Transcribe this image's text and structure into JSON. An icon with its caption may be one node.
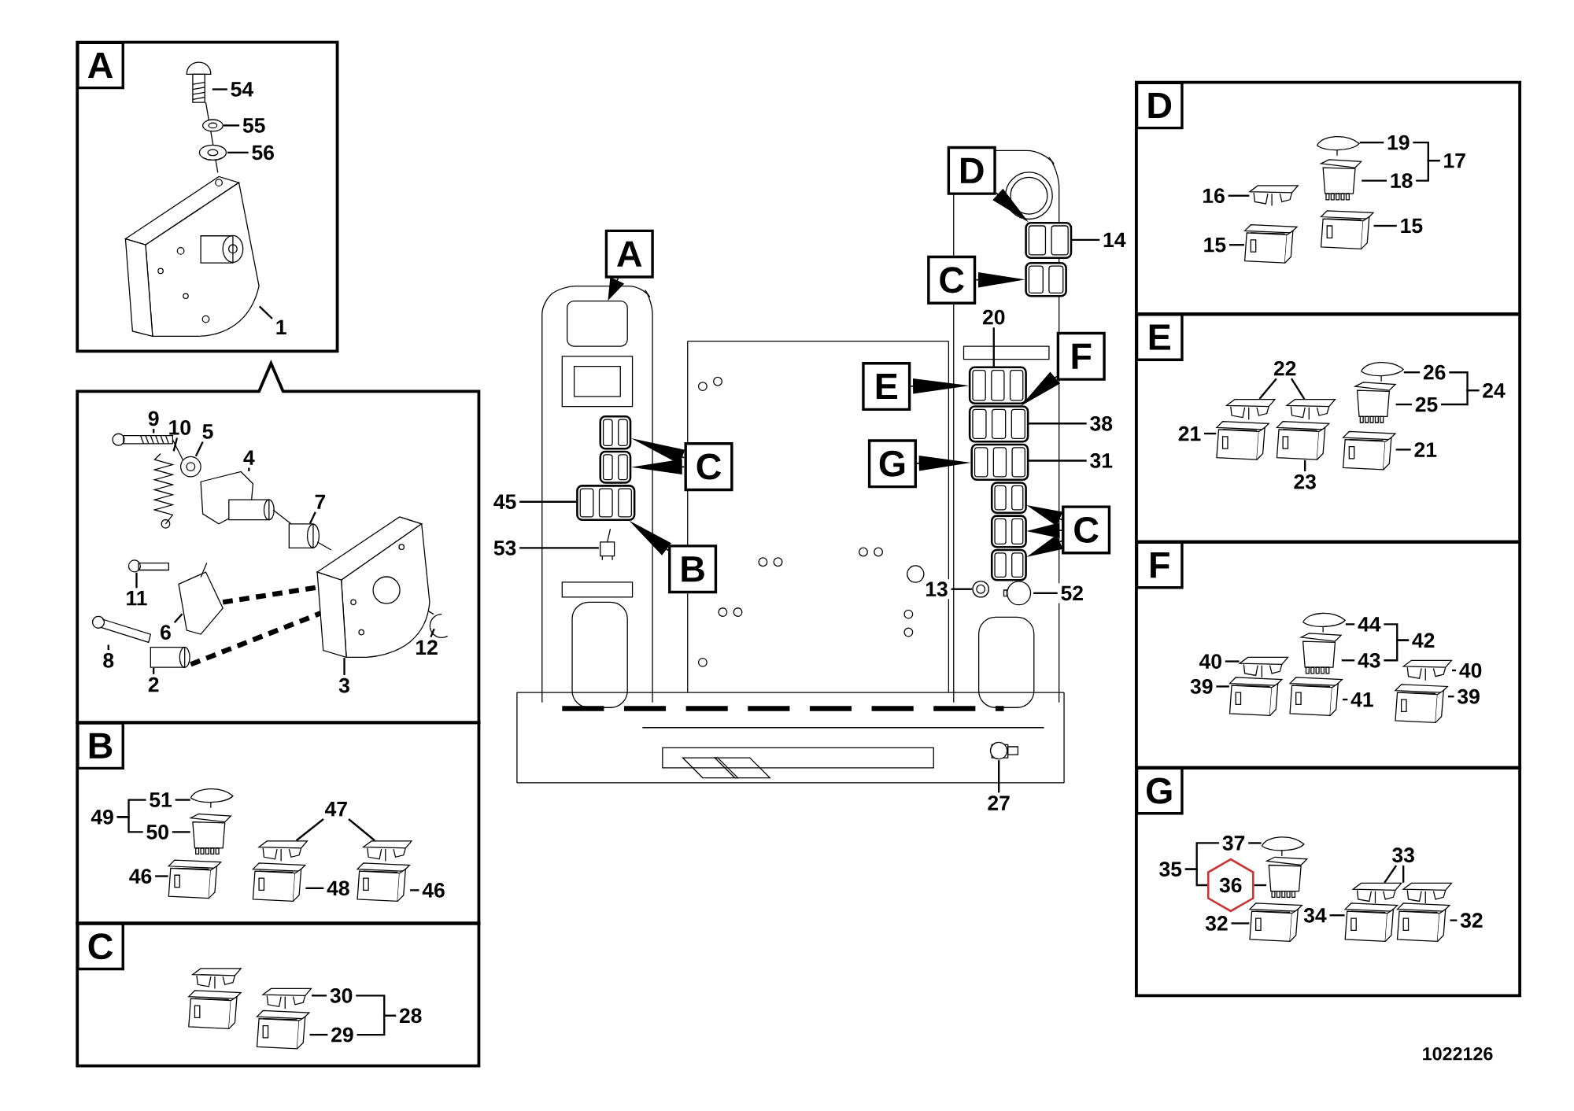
{
  "diagram": {
    "nodes": [
      {
        "text": [],
        "shape": "box"
      },
      {
        "text": [],
        "shape": "box"
      },
      {
        "text": [],
        "shape": "box"
      },
      {
        "text": [],
        "shape": "box"
      },
      {
        "text": [],
        "shape": "box"
      },
      {
        "text": [],
        "shape": "box"
      },
      {
        "text": [],
        "shape": "box"
      },
      {
        "text": [],
        "shape": "box"
      },
      {
        "text": [
          "A"
        ]
      },
      {
        "text": [
          "C"
        ]
      },
      {
        "text": [
          "B"
        ]
      },
      {
        "text": [
          "D"
        ]
      },
      {
        "text": [
          "C"
        ]
      },
      {
        "text": [
          "E"
        ]
      },
      {
        "text": [
          "F"
        ]
      },
      {
        "text": [
          "G"
        ]
      },
      {
        "text": [
          "C"
        ]
      },
      {
        "text": [
          "14"
        ]
      },
      {
        "text": [
          "20"
        ]
      },
      {
        "text": [
          "38"
        ]
      },
      {
        "text": [
          "31"
        ]
      },
      {
        "text": [
          "45"
        ]
      },
      {
        "text": [
          "53"
        ]
      },
      {
        "text": [
          "13"
        ]
      },
      {
        "text": [
          "52"
        ]
      },
      {
        "text": [
          "27"
        ]
      },
      {
        "text": [
          "54"
        ],
        "in": 0
      },
      {
        "text": [
          "55"
        ],
        "in": 0
      },
      {
        "text": [
          "56"
        ],
        "in": 0
      },
      {
        "text": [
          "1"
        ],
        "in": 0
      },
      {
        "text": [
          "9"
        ],
        "in": 1
      },
      {
        "text": [
          "10"
        ],
        "in": 1
      },
      {
        "text": [
          "5"
        ],
        "in": 1
      },
      {
        "text": [
          "4"
        ],
        "in": 1
      },
      {
        "text": [
          "7"
        ],
        "in": 1
      },
      {
        "text": [
          "11"
        ],
        "in": 1
      },
      {
        "text": [
          "6"
        ],
        "in": 1
      },
      {
        "text": [
          "8"
        ],
        "in": 1
      },
      {
        "text": [
          "2"
        ],
        "in": 1
      },
      {
        "text": [
          "3"
        ],
        "in": 1
      },
      {
        "text": [
          "12"
        ],
        "in": 1
      },
      {
        "text": [
          "51"
        ],
        "in": 2
      },
      {
        "text": [
          "49"
        ],
        "in": 2
      },
      {
        "text": [
          "50"
        ],
        "in": 2
      },
      {
        "text": [
          "46"
        ],
        "in": 2
      },
      {
        "text": [
          "47"
        ],
        "in": 2
      },
      {
        "text": [
          "48"
        ],
        "in": 2
      },
      {
        "text": [
          "46"
        ],
        "in": 2
      },
      {
        "text": [
          "30"
        ],
        "in": 3
      },
      {
        "text": [
          "28"
        ],
        "in": 3
      },
      {
        "text": [
          "29"
        ],
        "in": 3
      },
      {
        "text": [
          "19"
        ],
        "in": 4
      },
      {
        "text": [
          "17"
        ],
        "in": 4
      },
      {
        "text": [
          "18"
        ],
        "in": 4
      },
      {
        "text": [
          "16"
        ],
        "in": 4
      },
      {
        "text": [
          "15"
        ],
        "in": 4
      },
      {
        "text": [
          "15"
        ],
        "in": 4
      },
      {
        "text": [
          "22"
        ],
        "in": 5
      },
      {
        "text": [
          "26"
        ],
        "in": 5
      },
      {
        "text": [
          "24"
        ],
        "in": 5
      },
      {
        "text": [
          "25"
        ],
        "in": 5
      },
      {
        "text": [
          "21"
        ],
        "in": 5
      },
      {
        "text": [
          "21"
        ],
        "in": 5
      },
      {
        "text": [
          "23"
        ],
        "in": 5
      },
      {
        "text": [
          "44"
        ],
        "in": 6
      },
      {
        "text": [
          "42"
        ],
        "in": 6
      },
      {
        "text": [
          "43"
        ],
        "in": 6
      },
      {
        "text": [
          "40"
        ],
        "in": 6
      },
      {
        "text": [
          "40"
        ],
        "in": 6
      },
      {
        "text": [
          "39"
        ],
        "in": 6
      },
      {
        "text": [
          "41"
        ],
        "in": 6
      },
      {
        "text": [
          "39"
        ],
        "in": 6
      },
      {
        "text": [
          "37"
        ],
        "in": 7
      },
      {
        "text": [
          "35"
        ],
        "in": 7
      },
      {
        "text": [
          "36"
        ],
        "in": 7
      },
      {
        "text": [
          "33"
        ],
        "in": 7
      },
      {
        "text": [
          "32"
        ],
        "in": 7
      },
      {
        "text": [
          "34"
        ],
        "in": 7
      },
      {
        "text": [
          "32"
        ],
        "in": 7
      },
      {
        "text": [
          "A"
        ],
        "in": 0
      },
      {
        "text": [
          "B"
        ],
        "in": 2
      },
      {
        "text": [
          "C"
        ],
        "in": 3
      },
      {
        "text": [
          "D"
        ],
        "in": 4
      },
      {
        "text": [
          "E"
        ],
        "in": 5
      },
      {
        "text": [
          "F"
        ],
        "in": 6
      },
      {
        "text": [
          "G"
        ],
        "in": 7
      },
      {
        "text": [],
        "shape": "box"
      },
      {
        "text": [],
        "shape": "picture"
      },
      {
        "text": [],
        "shape": "picture"
      },
      {
        "text": [],
        "shape": "picture"
      },
      {
        "text": [],
        "shape": "picture"
      },
      {
        "text": [],
        "shape": "picture"
      },
      {
        "text": [],
        "shape": "picture"
      },
      {
        "text": [],
        "shape": "picture"
      },
      {
        "text": [],
        "shape": "picture"
      },
      {
        "text": [],
        "shape": "picture"
      },
      {
        "text": [],
        "shape": "picture"
      },
      {
        "text": [],
        "shape": "picture"
      },
      {
        "text": [],
        "shape": "picture"
      },
      {
        "text": [],
        "shape": "picture"
      },
      {
        "text": [],
        "shape": "circle"
      },
      {
        "text": [],
        "shape": "picture"
      },
      {
        "text": [],
        "shape": "picture",
        "in": 0
      },
      {
        "text": [],
        "shape": "picture",
        "in": 0
      },
      {
        "text": [],
        "shape": "picture",
        "in": 0
      },
      {
        "text": [],
        "shape": "picture",
        "in": 0
      },
      {
        "text": [],
        "shape": "picture",
        "in": 1
      },
      {
        "text": [],
        "shape": "picture",
        "in": 1
      },
      {
        "text": [],
        "shape": "picture",
        "in": 1
      },
      {
        "text": [],
        "shape": "picture",
        "in": 1
      },
      {
        "text": [],
        "shape": "cylinder",
        "in": 1
      },
      {
        "text": [],
        "shape": "picture",
        "in": 1
      },
      {
        "text": [],
        "shape": "picture",
        "in": 1
      },
      {
        "text": [],
        "shape": "picture",
        "in": 1
      },
      {
        "text": [],
        "shape": "cylinder",
        "in": 1
      },
      {
        "text": [],
        "shape": "picture",
        "in": 1
      },
      {
        "text": [],
        "shape": "picture",
        "in": 1
      },
      {
        "text": [],
        "shape": "picture",
        "in": 2
      },
      {
        "text": [],
        "shape": "box",
        "in": 2
      },
      {
        "text": [],
        "shape": "picture",
        "in": 2
      },
      {
        "text": [],
        "shape": "picture",
        "in": 2
      },
      {
        "text": [],
        "shape": "picture",
        "in": 2
      },
      {
        "text": [],
        "shape": "picture",
        "in": 2
      },
      {
        "text": [],
        "shape": "picture",
        "in": 2
      },
      {
        "text": [],
        "shape": "picture",
        "in": 3
      },
      {
        "text": [],
        "shape": "picture",
        "in": 3
      },
      {
        "text": [],
        "shape": "picture",
        "in": 4
      },
      {
        "text": [],
        "shape": "box",
        "in": 4
      },
      {
        "text": [],
        "shape": "picture",
        "in": 4
      },
      {
        "text": [],
        "shape": "picture",
        "in": 4
      },
      {
        "text": [],
        "shape": "picture",
        "in": 4
      },
      {
        "text": [],
        "shape": "picture",
        "in": 5
      },
      {
        "text": [],
        "shape": "picture",
        "in": 5
      },
      {
        "text": [],
        "shape": "picture",
        "in": 5
      },
      {
        "text": [],
        "shape": "box",
        "in": 5
      },
      {
        "text": [],
        "shape": "picture",
        "in": 5
      },
      {
        "text": [],
        "shape": "picture",
        "in": 5
      },
      {
        "text": [],
        "shape": "picture",
        "in": 5
      },
      {
        "text": [],
        "shape": "picture",
        "in": 6
      },
      {
        "text": [],
        "shape": "box",
        "in": 6
      },
      {
        "text": [],
        "shape": "picture",
        "in": 6
      },
      {
        "text": [],
        "shape": "picture",
        "in": 6
      },
      {
        "text": [],
        "shape": "picture",
        "in": 6
      },
      {
        "text": [],
        "shape": "picture",
        "in": 6
      },
      {
        "text": [],
        "shape": "picture",
        "in": 6
      },
      {
        "text": [],
        "shape": "picture",
        "in": 7
      },
      {
        "text": [],
        "shape": "box",
        "in": 7
      },
      {
        "text": [],
        "shape": "picture",
        "in": 7
      },
      {
        "text": [],
        "shape": "picture",
        "in": 7
      },
      {
        "text": [],
        "shape": "picture",
        "in": 7
      },
      {
        "text": [],
        "shape": "picture",
        "in": 7
      },
      {
        "text": [],
        "shape": "picture",
        "in": 7
      }
    ],
    "edges": [
      {
        "from": 8,
        "to": 86,
        "arrow": "to"
      },
      {
        "from": 9,
        "to": 87,
        "arrow": "to"
      },
      {
        "from": 9,
        "to": 88,
        "arrow": "to"
      },
      {
        "from": 10,
        "to": 89,
        "arrow": "to"
      },
      {
        "from": 11,
        "to": 90,
        "arrow": "to"
      },
      {
        "from": 12,
        "to": 91,
        "arrow": "to"
      },
      {
        "from": 13,
        "to": 92,
        "arrow": "to"
      },
      {
        "from": 14,
        "to": 93,
        "arrow": "to"
      },
      {
        "from": 15,
        "to": 94,
        "arrow": "to"
      },
      {
        "from": 16,
        "to": 95,
        "arrow": "to"
      },
      {
        "from": 16,
        "to": 96,
        "arrow": "to"
      },
      {
        "from": 16,
        "to": 97,
        "arrow": "to"
      },
      {
        "from": 17,
        "to": 90,
        "arrow": "none"
      },
      {
        "from": 18,
        "to": 92,
        "arrow": "none"
      },
      {
        "from": 19,
        "to": 93,
        "arrow": "none"
      },
      {
        "from": 20,
        "to": 94,
        "arrow": "none"
      },
      {
        "from": 21,
        "to": 89,
        "arrow": "none"
      },
      {
        "from": 22,
        "to": 98,
        "arrow": "none"
      },
      {
        "from": 23,
        "to": 99,
        "arrow": "none"
      },
      {
        "from": 24,
        "to": 100,
        "arrow": "none"
      },
      {
        "from": 25,
        "to": 101,
        "arrow": "none"
      },
      {
        "from": 26,
        "to": 102,
        "arrow": "none"
      },
      {
        "from": 27,
        "to": 103,
        "arrow": "none"
      },
      {
        "from": 28,
        "to": 104,
        "arrow": "none"
      },
      {
        "from": 29,
        "to": 105,
        "arrow": "none"
      },
      {
        "from": 30,
        "to": 106,
        "arrow": "none"
      },
      {
        "from": 31,
        "to": 107,
        "arrow": "none"
      },
      {
        "from": 32,
        "to": 108,
        "arrow": "none"
      },
      {
        "from": 33,
        "to": 109,
        "arrow": "none"
      },
      {
        "from": 34,
        "to": 110,
        "arrow": "none"
      },
      {
        "from": 35,
        "to": 111,
        "arrow": "none"
      },
      {
        "from": 36,
        "to": 112,
        "arrow": "none"
      },
      {
        "from": 37,
        "to": 113,
        "arrow": "none"
      },
      {
        "from": 38,
        "to": 114,
        "arrow": "none"
      },
      {
        "from": 39,
        "to": 115,
        "arrow": "none"
      },
      {
        "from": 40,
        "to": 116,
        "arrow": "none"
      },
      {
        "from": 41,
        "to": 117,
        "arrow": "none"
      },
      {
        "from": 42,
        "to": 41,
        "arrow": "none"
      },
      {
        "from": 42,
        "to": 43,
        "arrow": "none"
      },
      {
        "from": 43,
        "to": 118,
        "arrow": "none"
      },
      {
        "from": 44,
        "to": 119,
        "arrow": "none"
      },
      {
        "from": 45,
        "to": 120,
        "arrow": "none"
      },
      {
        "from": 45,
        "to": 121,
        "arrow": "none"
      },
      {
        "from": 46,
        "to": 122,
        "arrow": "none"
      },
      {
        "from": 47,
        "to": 123,
        "arrow": "none"
      },
      {
        "from": 48,
        "to": 124,
        "arrow": "none"
      },
      {
        "from": 49,
        "to": 48,
        "arrow": "none"
      },
      {
        "from": 49,
        "to": 50,
        "arrow": "none"
      },
      {
        "from": 50,
        "to": 125,
        "arrow": "none"
      },
      {
        "from": 51,
        "to": 126,
        "arrow": "none"
      },
      {
        "from": 52,
        "to": 51,
        "arrow": "none"
      },
      {
        "from": 52,
        "to": 53,
        "arrow": "none"
      },
      {
        "from": 53,
        "to": 127,
        "arrow": "none"
      },
      {
        "from": 54,
        "to": 128,
        "arrow": "none"
      },
      {
        "from": 55,
        "to": 129,
        "arrow": "none"
      },
      {
        "from": 56,
        "to": 130,
        "arrow": "none"
      },
      {
        "from": 57,
        "to": 131,
        "arrow": "none"
      },
      {
        "from": 57,
        "to": 132,
        "arrow": "none"
      },
      {
        "from": 58,
        "to": 133,
        "arrow": "none"
      },
      {
        "from": 59,
        "to": 58,
        "arrow": "none"
      },
      {
        "from": 59,
        "to": 60,
        "arrow": "none"
      },
      {
        "from": 60,
        "to": 134,
        "arrow": "none"
      },
      {
        "from": 61,
        "to": 135,
        "arrow": "none"
      },
      {
        "from": 62,
        "to": 137,
        "arrow": "none"
      },
      {
        "from": 63,
        "to": 136,
        "arrow": "none"
      },
      {
        "from": 64,
        "to": 138,
        "arrow": "none"
      },
      {
        "from": 65,
        "to": 64,
        "arrow": "none"
      },
      {
        "from": 65,
        "to": 66,
        "arrow": "none"
      },
      {
        "from": 66,
        "to": 139,
        "arrow": "none"
      },
      {
        "from": 67,
        "to": 140,
        "arrow": "none"
      },
      {
        "from": 68,
        "to": 141,
        "arrow": "none"
      },
      {
        "from": 69,
        "to": 142,
        "arrow": "none"
      },
      {
        "from": 70,
        "to": 143,
        "arrow": "none"
      },
      {
        "from": 71,
        "to": 144,
        "arrow": "none"
      },
      {
        "from": 72,
        "to": 145,
        "arrow": "none"
      },
      {
        "from": 73,
        "to": 72,
        "arrow": "none"
      },
      {
        "from": 73,
        "to": 74,
        "arrow": "none"
      },
      {
        "from": 74,
        "to": 146,
        "arrow": "none"
      },
      {
        "from": 75,
        "to": 148,
        "arrow": "none"
      },
      {
        "from": 75,
        "to": 149,
        "arrow": "none"
      },
      {
        "from": 76,
        "to": 147,
        "arrow": "none"
      },
      {
        "from": 77,
        "to": 150,
        "arrow": "none"
      },
      {
        "from": 78,
        "to": 151,
        "arrow": "none"
      }
    ],
    "labels": [
      "1022126"
    ]
  }
}
